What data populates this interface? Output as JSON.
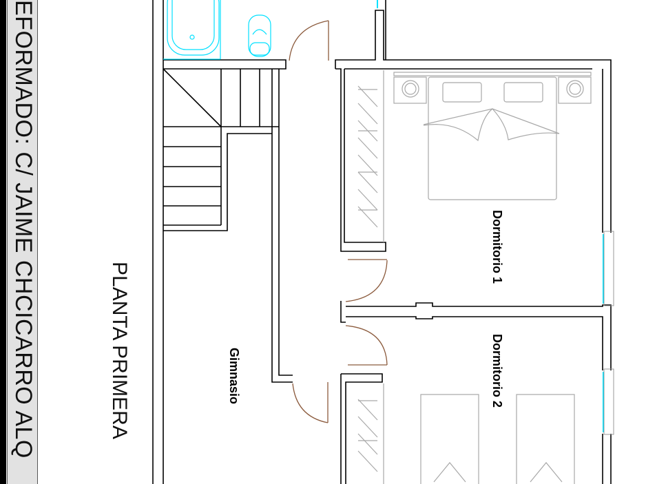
{
  "sheet_label": "EFORMADO: C/ JAIME CHCICARRO ALQ",
  "plan_title": "PLANTA PRIMERA",
  "rooms": {
    "gym": "Gimnasio",
    "bedroom1": "Dormitorio 1",
    "bedroom2": "Dormitorio 2"
  },
  "colors": {
    "wall": "#000000",
    "fixture": "#00e0ff",
    "door": "#8b5a3c",
    "furniture": "#a8a8a8",
    "label_box": "#e2e2e2"
  }
}
